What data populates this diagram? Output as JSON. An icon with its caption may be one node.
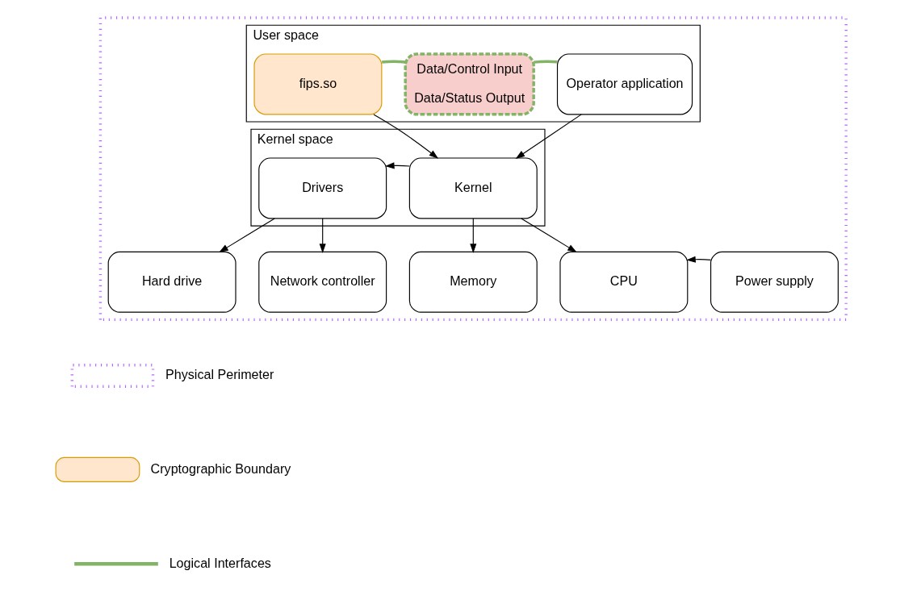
{
  "diagram": {
    "nodes": [
      {
        "text": [],
        "shape": "box"
      },
      {
        "text": [
          "User space"
        ],
        "in": 0
      },
      {
        "text": [
          "fips.so"
        ],
        "in": 1
      },
      {
        "text": [
          "Data/Control Input",
          "Data/Status Output"
        ],
        "in": 1
      },
      {
        "text": [
          "Operator application"
        ],
        "in": 1
      },
      {
        "text": [
          "Kernel space"
        ],
        "in": 0
      },
      {
        "text": [
          "Drivers"
        ],
        "in": 5
      },
      {
        "text": [
          "Kernel"
        ],
        "in": 5
      },
      {
        "text": [
          "Hard drive"
        ],
        "in": 0
      },
      {
        "text": [
          "Network controller"
        ],
        "in": 0
      },
      {
        "text": [
          "Memory"
        ],
        "in": 0
      },
      {
        "text": [
          "CPU"
        ],
        "in": 0
      },
      {
        "text": [
          "Power supply"
        ],
        "in": 0
      }
    ],
    "edges": [
      {
        "from": 2,
        "to": 3,
        "arrow": "none",
        "style": "thick",
        "color": "#82b366"
      },
      {
        "from": 3,
        "to": 4,
        "arrow": "none",
        "style": "thick",
        "color": "#82b366"
      },
      {
        "from": 2,
        "to": 7,
        "arrow": "to"
      },
      {
        "from": 4,
        "to": 7,
        "arrow": "to"
      },
      {
        "from": 7,
        "to": 6,
        "arrow": "to"
      },
      {
        "from": 6,
        "to": 8,
        "arrow": "to"
      },
      {
        "from": 6,
        "to": 9,
        "arrow": "to"
      },
      {
        "from": 7,
        "to": 10,
        "arrow": "to"
      },
      {
        "from": 7,
        "to": 11,
        "arrow": "to"
      },
      {
        "from": 12,
        "to": 11,
        "arrow": "to"
      }
    ],
    "legend": [
      {
        "text": "Physical Perimeter"
      },
      {
        "text": "Cryptographic Boundary",
        "color": "#ffe6cc"
      },
      {
        "text": "Logical Interfaces"
      }
    ]
  }
}
